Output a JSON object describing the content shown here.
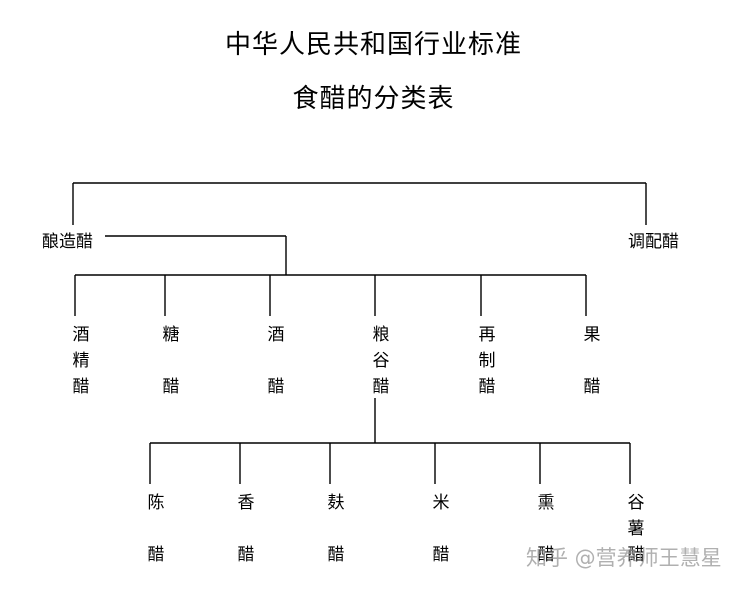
{
  "title": "中华人民共和国行业标准",
  "subtitle": "食醋的分类表",
  "level1": {
    "brewed": "酿造醋",
    "blended": "调配醋"
  },
  "brewed_types": [
    [
      "酒",
      "精",
      "醋"
    ],
    [
      "糖",
      "",
      "醋"
    ],
    [
      "酒",
      "",
      "醋"
    ],
    [
      "粮",
      "谷",
      "醋"
    ],
    [
      "再",
      "制",
      "醋"
    ],
    [
      "果",
      "",
      "醋"
    ]
  ],
  "grain_types": [
    [
      "陈",
      "",
      "醋"
    ],
    [
      "香",
      "",
      "醋"
    ],
    [
      "麸",
      "",
      "醋"
    ],
    [
      "米",
      "",
      "醋"
    ],
    [
      "熏",
      "",
      "醋"
    ],
    [
      "谷",
      "薯",
      "醋"
    ]
  ],
  "watermark": "知乎 @营养师王慧星"
}
